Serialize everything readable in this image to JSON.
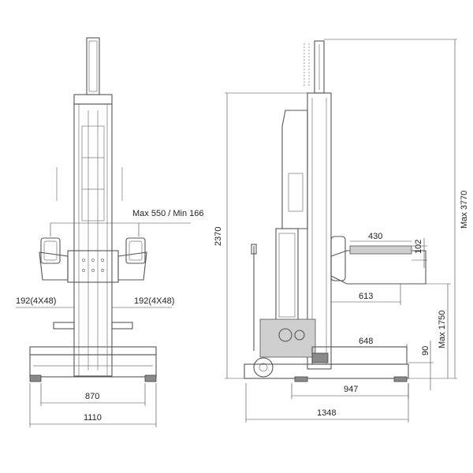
{
  "dimensions": {
    "front_clamp_range": "Max 550 / Min 166",
    "front_arm_left": "192(4X48)",
    "front_arm_right": "192(4X48)",
    "front_inner_width": "870",
    "front_outer_width": "1110",
    "side_column_height": "2370",
    "side_max_height": "Max 3770",
    "side_pad_width": "430",
    "side_pad_height": "102",
    "side_arm_depth": "613",
    "side_max_lift": "Max 1750",
    "side_fork_length": "648",
    "side_fork_height": "90",
    "side_base_length": "947",
    "side_total_length": "1348"
  }
}
